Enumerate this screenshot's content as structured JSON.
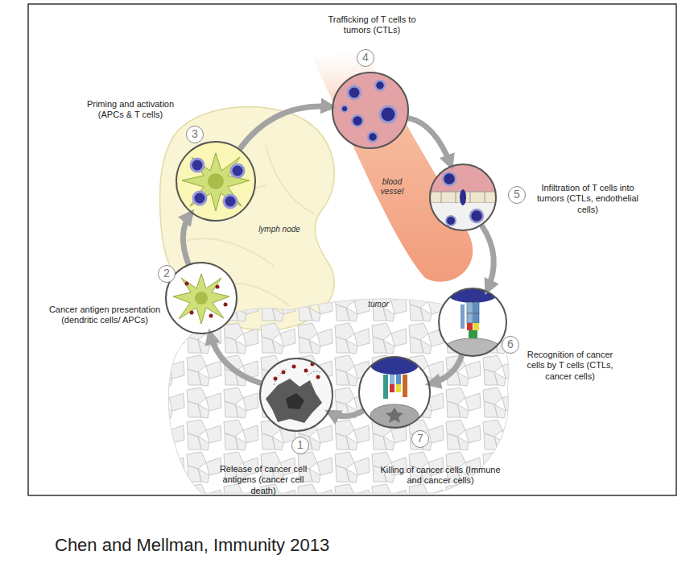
{
  "diagram": {
    "caption": "Chen and Mellman, Immunity 2013",
    "nodes": [
      {
        "text": [
          "1",
          "Release of cancer cell antigens (cancer cell death)"
        ]
      },
      {
        "text": [
          "2",
          "Cancer antigen presentation (dendritic cells/ APCs)"
        ]
      },
      {
        "text": [
          "3",
          "Priming and activation (APCs & T cells)"
        ]
      },
      {
        "text": [
          "4",
          "Trafficking of T cells to tumors (CTLs)"
        ]
      },
      {
        "text": [
          "5",
          "Infiltration of T cells into tumors (CTLs, endothelial cells)"
        ]
      },
      {
        "text": [
          "6",
          "Recognition of cancer cells by T cells (CTLs, cancer cells)"
        ]
      },
      {
        "text": [
          "7",
          "Killing of cancer cells (Immune and cancer cells)"
        ]
      }
    ],
    "edges": [
      {
        "from": 0,
        "to": 1,
        "arrow": "to"
      },
      {
        "from": 1,
        "to": 2,
        "arrow": "to"
      },
      {
        "from": 2,
        "to": 3,
        "arrow": "to"
      },
      {
        "from": 3,
        "to": 4,
        "arrow": "to"
      },
      {
        "from": 4,
        "to": 5,
        "arrow": "to"
      },
      {
        "from": 5,
        "to": 6,
        "arrow": "to"
      },
      {
        "from": 6,
        "to": 0,
        "arrow": "to"
      }
    ],
    "labels": [
      "lymph node",
      "blood vessel",
      "tumor"
    ]
  }
}
